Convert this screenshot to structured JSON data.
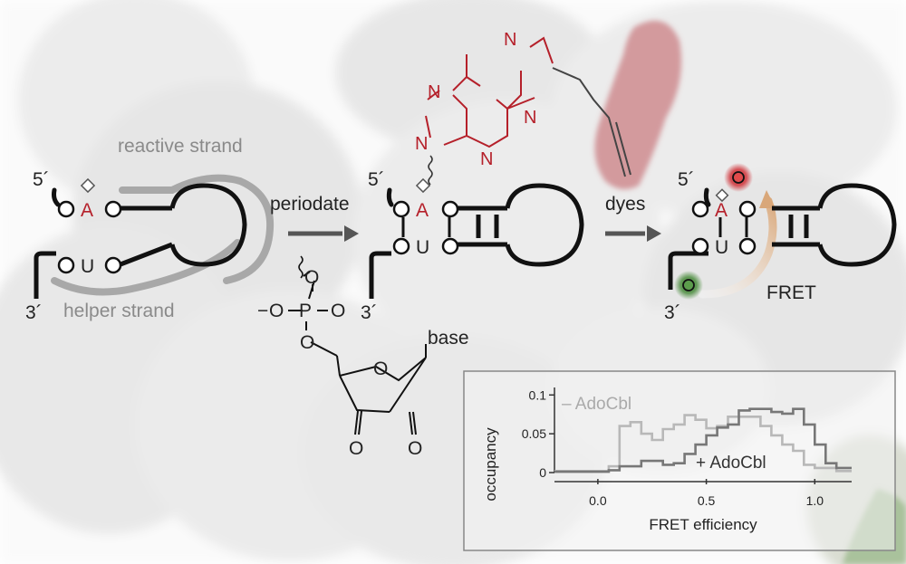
{
  "panel1": {
    "five_prime": "5´",
    "three_prime": "3´",
    "nucleotide_a": "A",
    "nucleotide_u": "U",
    "reactive_strand_label": "reactive strand",
    "helper_strand_label": "helper strand"
  },
  "step1": {
    "label": "periodate"
  },
  "structure": {
    "minus": "−",
    "o_top": "O",
    "p_atom": "P",
    "o_double": "O",
    "o_lower": "O",
    "ring_o": "O",
    "base_label": "base",
    "aldehyde_o_left": "O",
    "aldehyde_o_right": "O"
  },
  "panel2": {
    "five_prime": "5´",
    "three_prime": "3´",
    "nucleotide_a": "A",
    "nucleotide_u": "U",
    "n_labels": [
      "N",
      "N",
      "N",
      "N",
      "N"
    ]
  },
  "step2": {
    "label": "dyes"
  },
  "panel3": {
    "five_prime": "5´",
    "three_prime": "3´",
    "nucleotide_a": "A",
    "nucleotide_u": "U",
    "fret_label": "FRET"
  },
  "colors": {
    "red_mod": "#b5202a",
    "grey_strand": "#9a9a9a",
    "red_dye": "#d0343a",
    "green_dye": "#4a8b3d",
    "fret_arrow": "#e2c2a4"
  },
  "chart_data": {
    "type": "line",
    "ylabel": "occupancy",
    "xlabel": "FRET efficiency",
    "xlim": [
      -0.2,
      1.17
    ],
    "ylim": [
      0,
      0.105
    ],
    "xticks": [
      "0.0",
      "0.5",
      "1.0"
    ],
    "yticks": [
      "0",
      "0.05",
      "0.1"
    ],
    "series": [
      {
        "name": "– AdoCbl",
        "color": "#b8b8b8",
        "x": [
          -0.2,
          -0.15,
          -0.1,
          -0.05,
          0.0,
          0.05,
          0.1,
          0.15,
          0.2,
          0.25,
          0.3,
          0.35,
          0.4,
          0.45,
          0.5,
          0.55,
          0.6,
          0.65,
          0.7,
          0.75,
          0.8,
          0.85,
          0.9,
          0.95,
          1.0,
          1.05,
          1.1,
          1.15
        ],
        "values": [
          0.002,
          0.002,
          0.002,
          0.002,
          0.002,
          0.008,
          0.06,
          0.065,
          0.05,
          0.042,
          0.056,
          0.062,
          0.074,
          0.068,
          0.057,
          0.06,
          0.072,
          0.072,
          0.072,
          0.06,
          0.048,
          0.036,
          0.028,
          0.01,
          0.006,
          0.006,
          0.002,
          0.002
        ]
      },
      {
        "name": "+ AdoCbl",
        "color": "#777777",
        "x": [
          -0.2,
          -0.15,
          -0.1,
          -0.05,
          0.0,
          0.05,
          0.1,
          0.15,
          0.2,
          0.25,
          0.3,
          0.35,
          0.4,
          0.45,
          0.5,
          0.55,
          0.6,
          0.65,
          0.7,
          0.75,
          0.8,
          0.85,
          0.9,
          0.95,
          1.0,
          1.05,
          1.1,
          1.15
        ],
        "values": [
          0.001,
          0.001,
          0.001,
          0.001,
          0.001,
          0.003,
          0.008,
          0.008,
          0.015,
          0.015,
          0.01,
          0.012,
          0.024,
          0.036,
          0.048,
          0.058,
          0.062,
          0.08,
          0.082,
          0.082,
          0.078,
          0.076,
          0.082,
          0.062,
          0.036,
          0.012,
          0.006,
          0.006
        ]
      }
    ],
    "legend": [
      {
        "name": "– AdoCbl",
        "placement": "top-left"
      },
      {
        "name": "+ AdoCbl",
        "placement": "bottom-right"
      }
    ]
  }
}
